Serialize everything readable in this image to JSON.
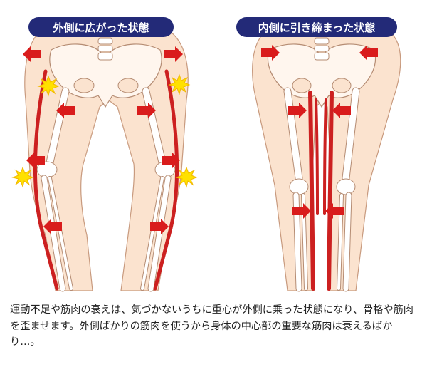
{
  "panels": [
    {
      "label": "外側に広がった状態"
    },
    {
      "label": "内側に引き締まった状態"
    }
  ],
  "caption": "運動不足や筋肉の衰えは、気づかないうちに重心が外側に乗った状態になり、骨格や筋肉を歪ませます。外側ばかりの筋肉を使うから身体の中心部の重要な筋肉は衰えるばかり…。",
  "colors": {
    "pill": "#232a78",
    "skin": "#fbe3cf",
    "outline": "#c89a7e",
    "bone": "#ffffff",
    "muscle": "#cc2020",
    "arrow": "#d91c1c",
    "starburst": "#ffe100"
  },
  "icons": [
    "arrow-outward-icon",
    "arrow-inward-icon",
    "strain-burst-icon",
    "muscle-stripe"
  ]
}
